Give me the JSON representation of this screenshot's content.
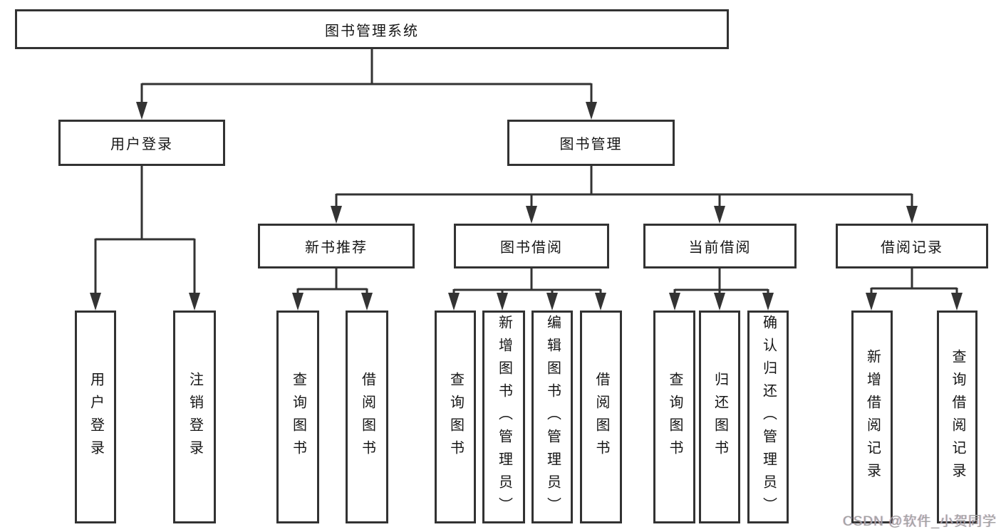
{
  "diagram": {
    "title": "图书管理系统",
    "root": {
      "label": "图书管理系统"
    },
    "level2": [
      {
        "label": "用户登录"
      },
      {
        "label": "图书管理"
      }
    ],
    "level3": [
      {
        "label": "新书推荐"
      },
      {
        "label": "图书借阅"
      },
      {
        "label": "当前借阅"
      },
      {
        "label": "借阅记录"
      }
    ],
    "leaves": [
      {
        "label": "用户登录"
      },
      {
        "label": "注销登录"
      },
      {
        "label": "查询图书"
      },
      {
        "label": "借阅图书"
      },
      {
        "label": "查询图书"
      },
      {
        "label": "新增图书（管理员）"
      },
      {
        "label": "编辑图书（管理员）"
      },
      {
        "label": "借阅图书"
      },
      {
        "label": "查询图书"
      },
      {
        "label": "归还图书"
      },
      {
        "label": "确认归还（管理员）"
      },
      {
        "label": "新增借阅记录"
      },
      {
        "label": "查询借阅记录"
      }
    ]
  },
  "watermark": {
    "text": "CSDN @软件_小贺同学"
  },
  "colors": {
    "line": "#333333",
    "border": "#323232",
    "text": "#161616",
    "watermark": "#a2a2a2",
    "background": "#ffffff"
  }
}
